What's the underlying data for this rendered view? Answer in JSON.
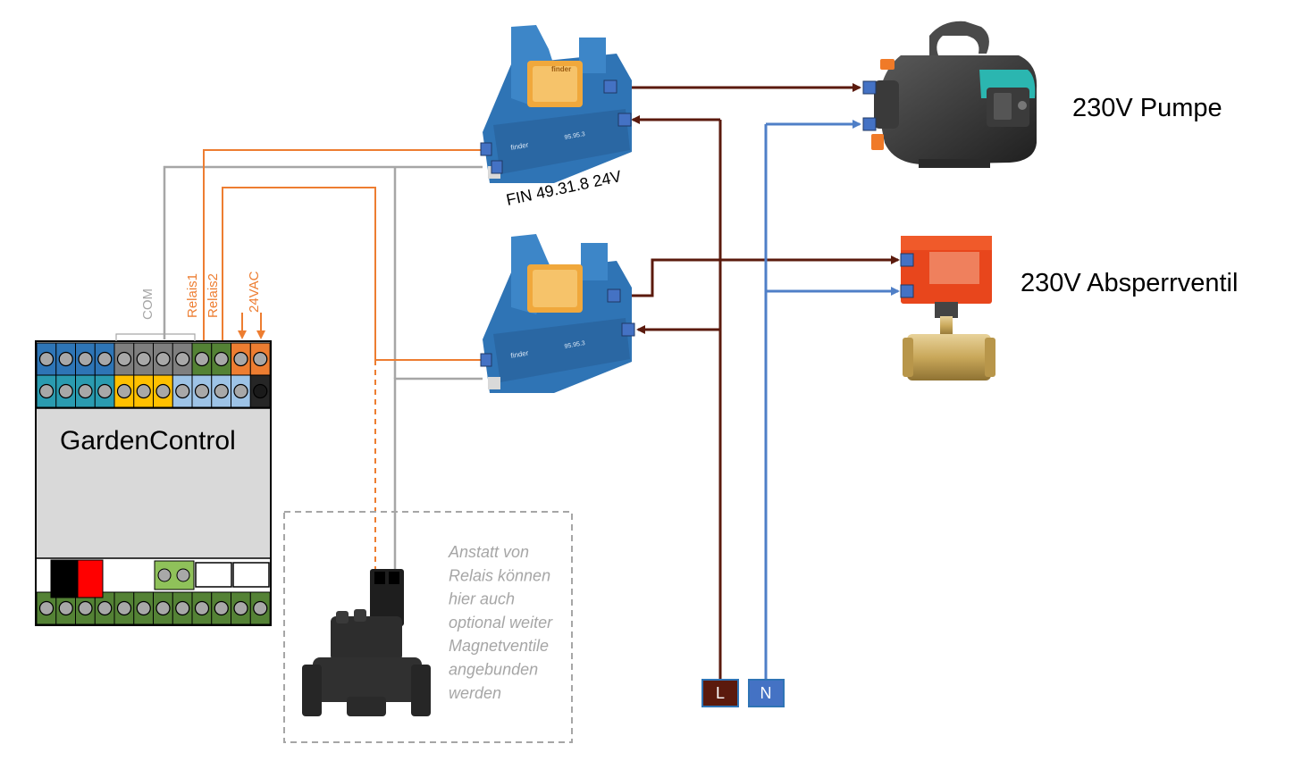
{
  "controller": {
    "title": "GardenControl",
    "terminal_labels": {
      "com": "COM",
      "relais1": "Relais1",
      "relais2": "Relais2",
      "vac": "24VAC"
    }
  },
  "relay": {
    "model_label": "FIN 49.31.8 24V",
    "brand": "finder",
    "code": "95.95.3"
  },
  "devices": {
    "pump_label": "230V Pumpe",
    "valve_label": "230V Absperrventil"
  },
  "mains": {
    "line": "L",
    "neutral": "N"
  },
  "note": {
    "lines": [
      "Anstatt von",
      "Relais können",
      "hier auch",
      "optional weiter",
      "Magnetventile",
      "angebunden",
      "werden"
    ]
  },
  "colors": {
    "line_wire": "#5b1a0d",
    "neutral_wire": "#4f7fc7",
    "signal_wire": "#ed7d31",
    "com_wire": "#a6a6a6",
    "relay_blue": "#2f74b5",
    "terminal_blue": "#4472c4"
  }
}
